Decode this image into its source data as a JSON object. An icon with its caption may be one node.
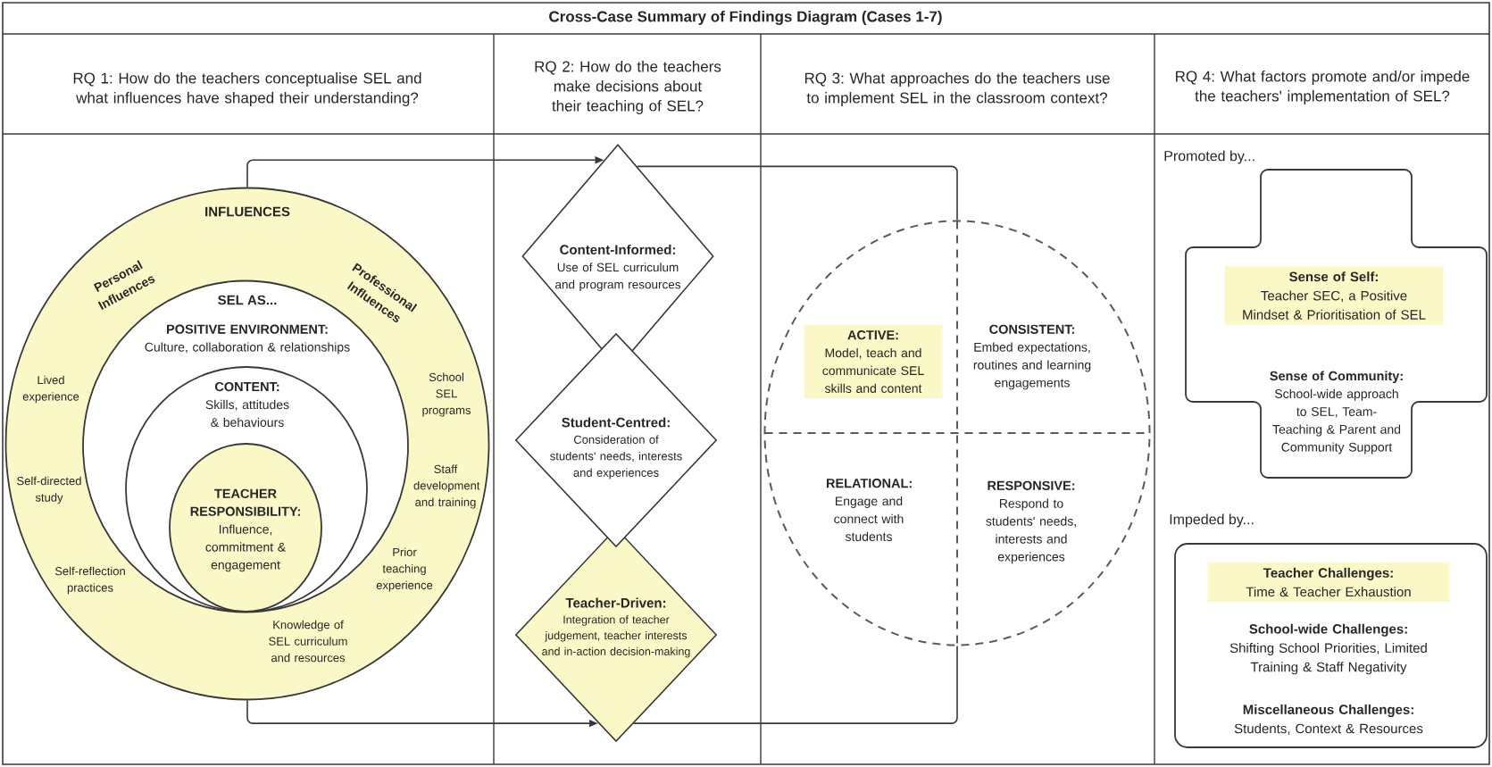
{
  "diagram": {
    "title": "Cross-Case Summary of Findings Diagram (Cases 1-7)",
    "nodes": [
      {
        "text": [
          "INFLUENCES",
          "Personal Influences",
          "Professional Influences",
          "Lived experience",
          "Self-directed study",
          "Self-reflection practices",
          "School SEL programs",
          "Staff development and training",
          "Prior teaching experience",
          "Knowledge of SEL curriculum and resources"
        ]
      },
      {
        "text": [
          "SEL AS...",
          "POSITIVE ENVIRONMENT:",
          "Culture, collaboration & relationships"
        ],
        "in": 0
      },
      {
        "text": [
          "CONTENT:",
          "Skills, attitudes & behaviours"
        ],
        "in": 1
      },
      {
        "text": [
          "TEACHER RESPONSIBILITY:",
          "Influence, commitment & engagement"
        ],
        "in": 2
      },
      {
        "text": [
          "Content-Informed:",
          "Use of SEL curriculum and program resources"
        ]
      },
      {
        "text": [
          "Student-Centred:",
          "Consideration of students' needs, interests and experiences"
        ]
      },
      {
        "text": [
          "Teacher-Driven:",
          "Integration of teacher judgement, teacher interests and in-action decision-making"
        ]
      },
      {
        "text": [],
        "shape": "circle"
      },
      {
        "text": [
          "ACTIVE:",
          "Model, teach and communicate SEL skills and content"
        ],
        "in": 7
      },
      {
        "text": [
          "CONSISTENT:",
          "Embed expectations, routines and learning engagements"
        ],
        "in": 7
      },
      {
        "text": [
          "RELATIONAL:",
          "Engage and connect with students"
        ],
        "in": 7
      },
      {
        "text": [
          "RESPONSIVE:",
          "Respond to students' needs, interests and experiences"
        ],
        "in": 7
      },
      {
        "text": [
          "Promoted by...",
          "Sense of Self:",
          "Teacher SEC, a Positive Mindset & Prioritisation of SEL",
          "Sense of Community:",
          "School-wide approach to SEL, Team-Teaching & Parent and Community Support"
        ]
      },
      {
        "text": [
          "Impeded by...",
          "Teacher Challenges:",
          "Time & Teacher Exhaustion",
          "School-wide Challenges:",
          "Shifting School Priorities, Limited Training & Staff Negativity",
          "Miscellaneous Challenges:",
          "Students, Context & Resources"
        ]
      }
    ],
    "edges": [
      {
        "from": 0,
        "to": 4,
        "arrow": "to"
      },
      {
        "from": 4,
        "to": 7,
        "arrow": "none"
      },
      {
        "from": 0,
        "to": 6,
        "arrow": "to"
      },
      {
        "from": 6,
        "to": 7,
        "arrow": "none"
      }
    ],
    "labels": [
      "RQ 1: How do the teachers conceptualise SEL and what influences have shaped their understanding?",
      "RQ 2: How do the teachers make decisions about their teaching of SEL?",
      "RQ 3: What approaches do the teachers use to implement SEL in the classroom context?",
      "RQ 4: What factors promote and/or impede the teachers' implementation of SEL?"
    ]
  }
}
